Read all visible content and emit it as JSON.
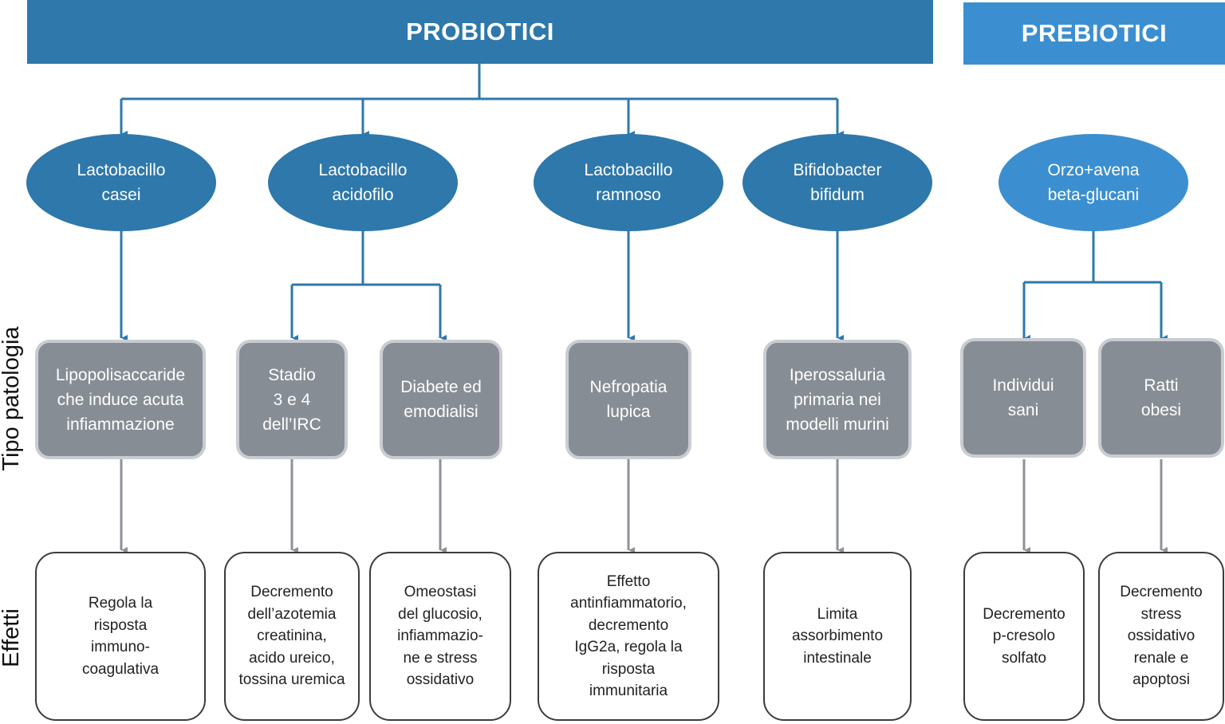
{
  "colors": {
    "probiotici": "#2e78ab",
    "prebiotici": "#3b8fd0",
    "pathology_box": "#878d94",
    "blue_connector": "#2e78ab",
    "gray_connector": "#8d9298"
  },
  "headers": {
    "probiotici": "PROBIOTICI",
    "prebiotici": "PREBIOTICI"
  },
  "row_labels": {
    "tipo": "Tipo patologia",
    "effetti": "Effetti"
  },
  "agents": [
    {
      "text": "Lactobacillo\ncasei"
    },
    {
      "text": "Lactobacillo\nacidofilo"
    },
    {
      "text": "Lactobacillo\nramnoso"
    },
    {
      "text": "Bifidobacter\nbifidum"
    },
    {
      "text": "Orzo+avena\nbeta-glucani"
    }
  ],
  "pathologies": [
    {
      "text": "Lipopolisaccaride\nche induce acuta\ninfiammazione"
    },
    {
      "text": "Stadio\n3 e 4\ndell’IRC"
    },
    {
      "text": "Diabete ed\nemodialisi"
    },
    {
      "text": "Nefropatia\nlupica"
    },
    {
      "text": "Iperossaluria\nprimaria nei\nmodelli murini"
    },
    {
      "text": "Individui\nsani"
    },
    {
      "text": "Ratti\nobesi"
    }
  ],
  "effects": [
    {
      "text": "Regola la\nrisposta\nimmuno-\ncoagulativa"
    },
    {
      "text": "Decremento\ndell’azotemia\ncreatinina,\nacido ureico,\ntossina uremica"
    },
    {
      "text": "Omeostasi\ndel glucosio,\ninfiammazio-\nne e stress\nossidativo"
    },
    {
      "text": "Effetto\nantinfiammatorio,\ndecremento\nIgG2a, regola la\nrisposta\nimmunitaria"
    },
    {
      "text": "Limita\nassorbimento\nintestinale"
    },
    {
      "text": "Decremento\np-cresolo\nsolfato"
    },
    {
      "text": "Decremento\nstress\nossidativo\nrenale e\napoptosi"
    }
  ]
}
